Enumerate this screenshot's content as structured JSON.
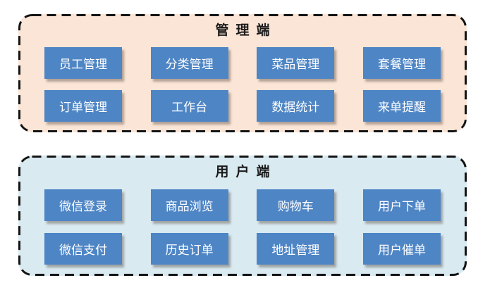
{
  "diagram": {
    "panels": [
      {
        "title": "管理端",
        "buttons": [
          [
            "员工管理",
            "分类管理",
            "菜品管理",
            "套餐管理"
          ],
          [
            "订单管理",
            "工作台",
            "数据统计",
            "来单提醒"
          ]
        ]
      },
      {
        "title": "用户端",
        "buttons": [
          [
            "微信登录",
            "商品浏览",
            "购物车",
            "用户下单"
          ],
          [
            "微信支付",
            "历史订单",
            "地址管理",
            "用户催单"
          ]
        ]
      }
    ],
    "colors": {
      "admin_panel_bg": "#FBE5D6",
      "user_panel_bg": "#D9EAF1",
      "node_bg": "#4E85C5",
      "node_text": "#FFFFFF",
      "panel_border": "#141414",
      "title_text": "#1A1A1A"
    }
  }
}
